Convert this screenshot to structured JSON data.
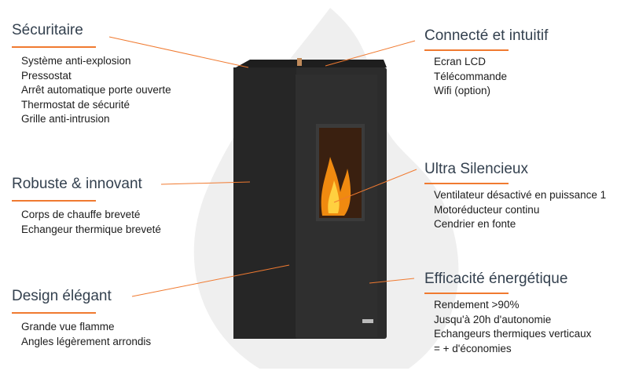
{
  "colors": {
    "accent": "#f07a30",
    "heading": "#34414f",
    "stove": "#2a2a2a"
  },
  "left": [
    {
      "title": "Sécuritaire",
      "items": [
        "Système anti-explosion",
        "Pressostat",
        "Arrêt automatique porte ouverte",
        "Thermostat de sécurité",
        "Grille anti-intrusion"
      ]
    },
    {
      "title": "Robuste & innovant",
      "items": [
        "Corps de chauffe breveté",
        "Echangeur thermique breveté"
      ]
    },
    {
      "title": "Design élégant",
      "items": [
        "Grande vue flamme",
        "Angles légèrement arrondis"
      ]
    }
  ],
  "right": [
    {
      "title": "Connecté et intuitif",
      "items": [
        "Ecran LCD",
        "Télécommande",
        "Wifi (option)"
      ]
    },
    {
      "title": "Ultra Silencieux",
      "items": [
        "Ventilateur désactivé en puissance 1",
        "Motoréducteur continu",
        "Cendrier en fonte"
      ]
    },
    {
      "title": "Efficacité énergétique",
      "items": [
        "Rendement >90%",
        "Jusqu'à 20h d'autonomie",
        "Echangeurs thermiques verticaux",
        "= + d'économies"
      ]
    }
  ]
}
